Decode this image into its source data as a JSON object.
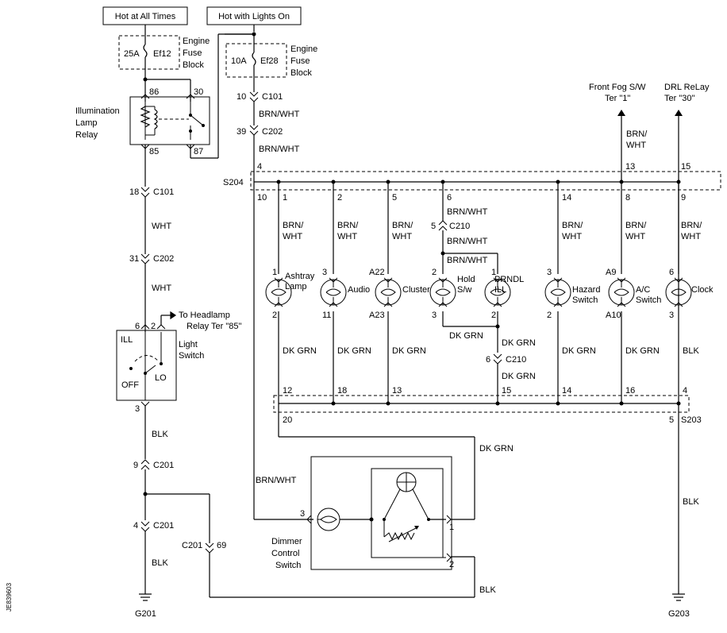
{
  "sources": {
    "hot_at_all_times": "Hot at All Times",
    "hot_with_lights_on": "Hot with Lights On"
  },
  "fuses": {
    "left": {
      "rating": "25A",
      "id": "Ef12",
      "block": [
        "Engine",
        "Fuse",
        "Block"
      ]
    },
    "right": {
      "rating": "10A",
      "id": "Ef28",
      "block": [
        "Engine",
        "Fuse",
        "Block"
      ]
    }
  },
  "relay": {
    "name": [
      "Illumination",
      "Lamp",
      "Relay"
    ],
    "pins": [
      "86",
      "30",
      "85",
      "87"
    ]
  },
  "light_switch": {
    "name": [
      "Light",
      "Switch"
    ],
    "ill": "ILL",
    "off": "OFF",
    "lo": "LO",
    "pin6": "6",
    "pin2": "2",
    "pin3": "3"
  },
  "headlamp": {
    "line1": "To Headlamp",
    "line2": "Relay Ter \"85\""
  },
  "connectors": {
    "c101_left": {
      "pin": "18",
      "name": "C101"
    },
    "c202_left": {
      "pin": "31",
      "name": "C202"
    },
    "c201_a": {
      "pin": "9",
      "name": "C201"
    },
    "c201_b": {
      "pin": "4",
      "name": "C201"
    },
    "c201_c": {
      "name": "C201",
      "pin": "69"
    },
    "c101_right": {
      "pin": "10",
      "name": "C101"
    },
    "c202_right": {
      "pin": "39",
      "name": "C202"
    },
    "c210_top": {
      "pin": "5",
      "name": "C210"
    },
    "c210_bottom": {
      "pin": "6",
      "name": "C210"
    }
  },
  "wires": {
    "wht": "WHT",
    "blk": "BLK",
    "brn_wht": "BRN/WHT",
    "brn": "BRN/",
    "wht2": "WHT",
    "dk_grn": "DK GRN"
  },
  "splices": {
    "s204": {
      "name": "S204",
      "top_pins": [
        "4",
        "13",
        "15"
      ],
      "bottom_pins": [
        "10",
        "1",
        "2",
        "5",
        "6",
        "14",
        "8",
        "9"
      ]
    },
    "s203": {
      "name": "S203",
      "top_pins": [
        "12",
        "18",
        "13",
        "15",
        "14",
        "16",
        "4"
      ],
      "bottom_pins": [
        "20",
        "5"
      ]
    }
  },
  "lamps": [
    {
      "name": [
        "Ashtray",
        "Lamp"
      ],
      "pin_top": "1",
      "pin_bottom": "2"
    },
    {
      "name": [
        "Audio"
      ],
      "pin_top": "3",
      "pin_bottom": "11"
    },
    {
      "name": [
        "Cluster"
      ],
      "pin_top": "A22",
      "pin_bottom": "A23"
    },
    {
      "name": [
        "Hold",
        "S/w"
      ],
      "pin_top": "2",
      "pin_bottom": "3"
    },
    {
      "name": [
        "PRNDL",
        "ILL"
      ],
      "pin_top": "1",
      "pin_bottom": "2"
    },
    {
      "name": [
        "Hazard",
        "Switch"
      ],
      "pin_top": "3",
      "pin_bottom": "2"
    },
    {
      "name": [
        "A/C",
        "Switch"
      ],
      "pin_top": "A9",
      "pin_bottom": "A10"
    },
    {
      "name": [
        "Clock"
      ],
      "pin_top": "6",
      "pin_bottom": "3"
    }
  ],
  "front_fog": {
    "line1": "Front Fog S/W",
    "line2": "Ter \"1\""
  },
  "drl_relay": {
    "line1": "DRL ReLay",
    "line2": "Ter \"30\""
  },
  "dimmer": {
    "name": [
      "Dimmer",
      "Control",
      "Switch"
    ],
    "pins": [
      "3",
      "1",
      "2"
    ]
  },
  "grounds": {
    "left": "G201",
    "right": "G203"
  },
  "side_code": "JE839603"
}
